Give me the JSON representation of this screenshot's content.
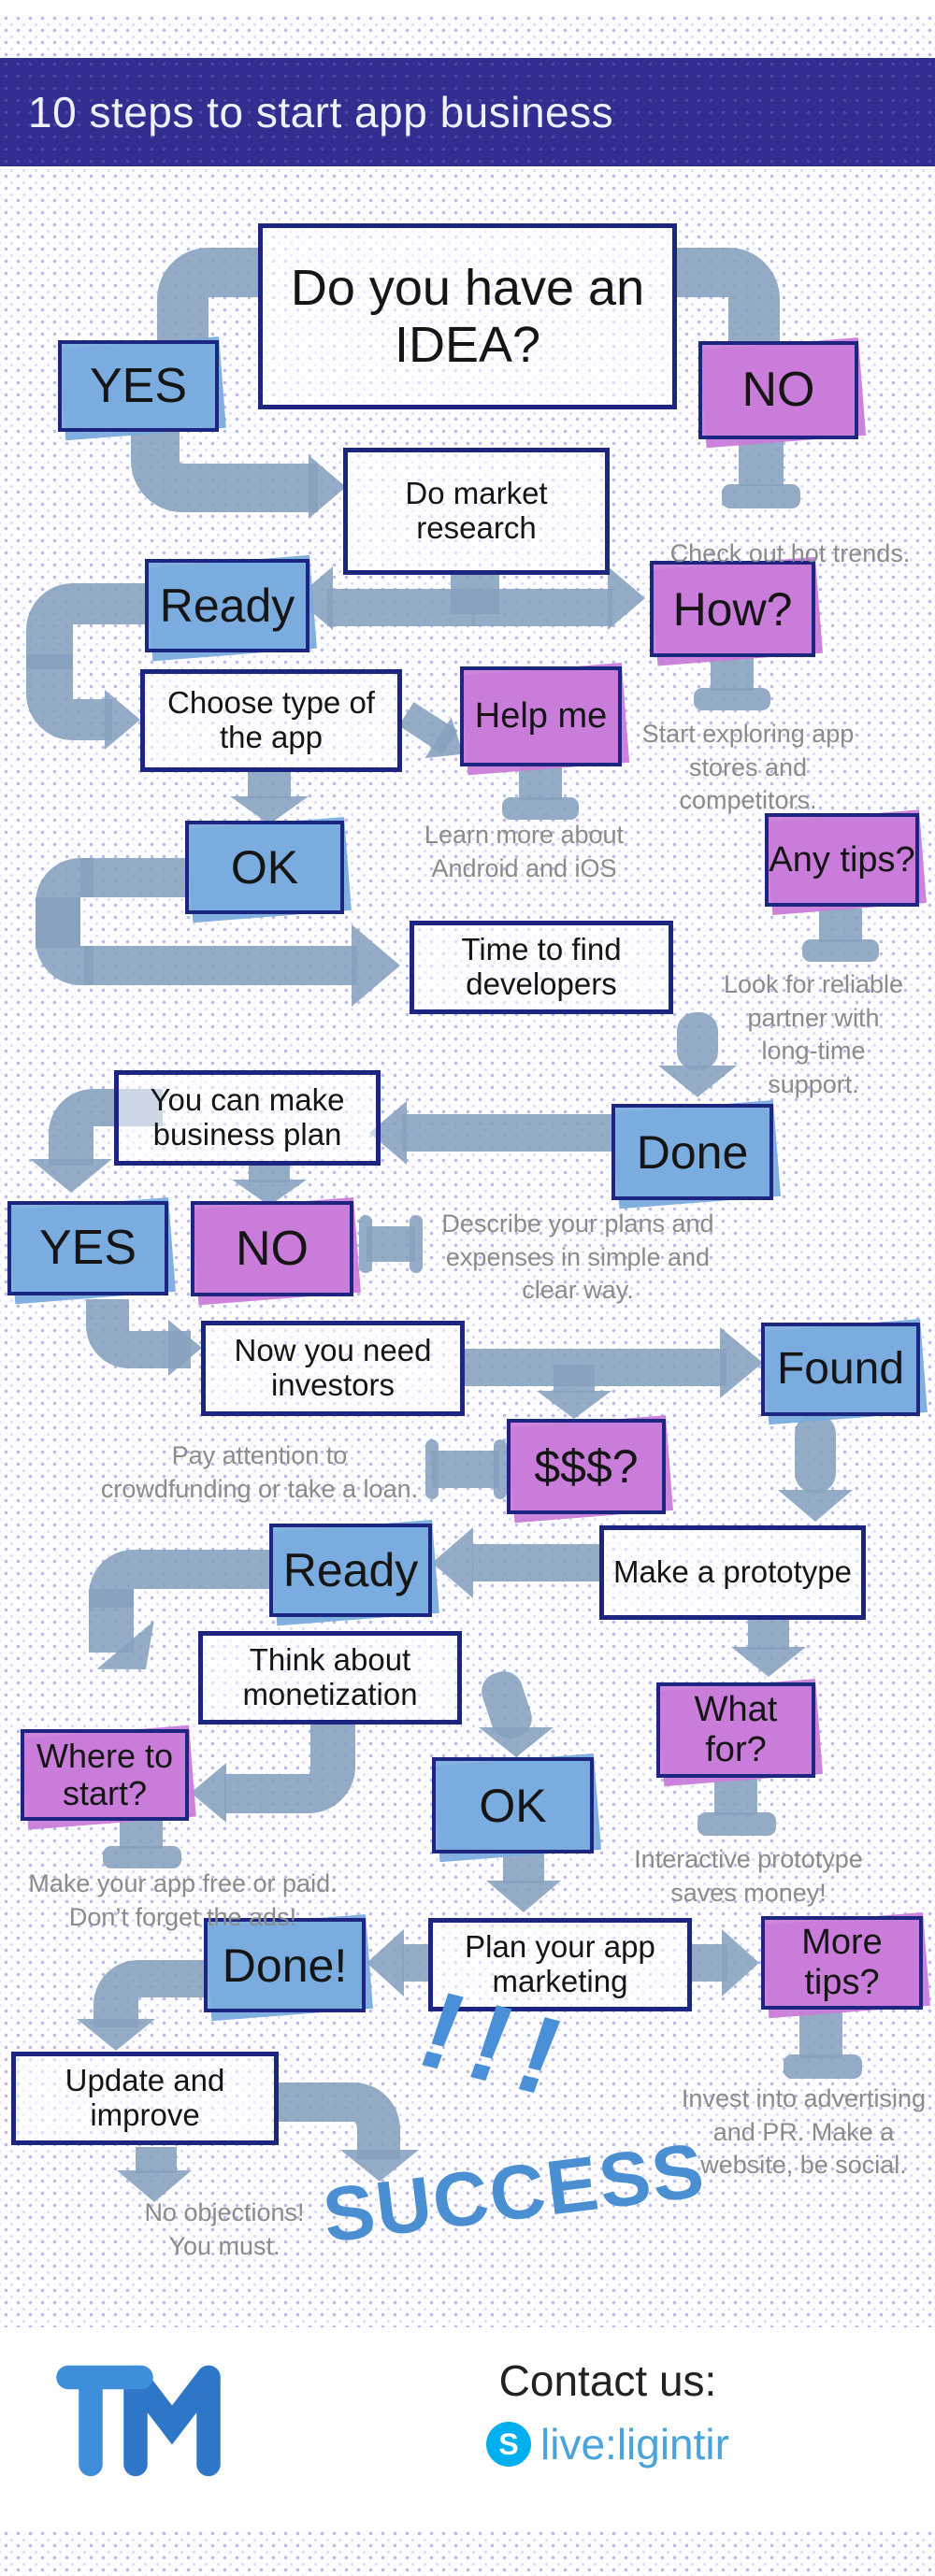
{
  "header": {
    "title": "10 steps to start app business"
  },
  "flow": {
    "idea": "Do you have an IDEA?",
    "yes1": "YES",
    "no1": "NO",
    "market_research": "Do market research",
    "ready1": "Ready",
    "how": "How?",
    "choose_type": "Choose type of the app",
    "help_me": "Help me",
    "ok1": "OK",
    "any_tips": "Any tips?",
    "find_developers": "Time to find developers",
    "done1": "Done",
    "business_plan": "You can make business plan",
    "yes2": "YES",
    "no2": "NO",
    "investors": "Now you need investors",
    "found": "Found",
    "money": "$$$?",
    "ready2": "Ready",
    "prototype": "Make a prototype",
    "monetization": "Think about monetization",
    "what_for": "What for?",
    "where_start": "Where to start?",
    "ok2": "OK",
    "done2": "Done!",
    "marketing": "Plan your app marketing",
    "more_tips": "More tips?",
    "update": "Update and improve",
    "bangs": "!!!",
    "success": "SUCCESS"
  },
  "notes": {
    "hot_trends": "Check out hot trends.",
    "explore": "Start exploring app stores and competitors.",
    "learn": "Learn more about Android and iOS",
    "reliable": "Look for reliable partner with long-time support.",
    "describe": "Describe your plans and expenses in simple and clear way.",
    "crowdfunding": "Pay attention to crowdfunding or take a loan.",
    "free_or_paid": "Make your app free or paid. Don’t forget the ads!",
    "interactive": "Interactive prototype saves money!",
    "invest": "Invest into advertising and PR. Make a website, be social.",
    "no_objections": "No objections! You must."
  },
  "footer": {
    "logo": "TM",
    "contact_label": "Contact us:",
    "skype_icon_letter": "S",
    "skype_handle": "live:ligintir"
  },
  "colors": {
    "header_bg": "#312e90",
    "node_blue": "#79abde",
    "node_purple": "#c97cd9",
    "border_navy": "#1c2680",
    "arrow": "#869fbe",
    "note_gray": "#8b8b8b",
    "success_blue": "#4a8fd2",
    "skype_blue": "#00aff0"
  }
}
